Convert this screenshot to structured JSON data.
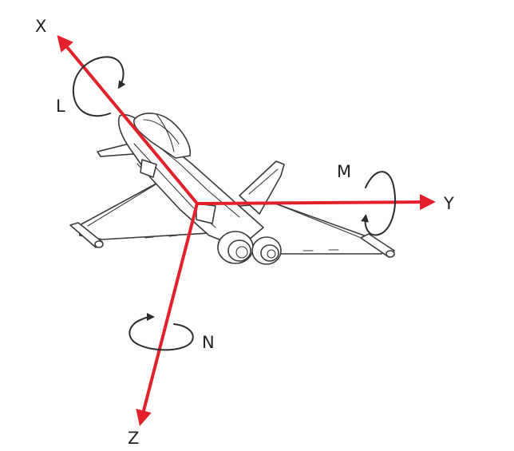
{
  "axes": [
    {
      "id": "x",
      "label": "X"
    },
    {
      "id": "y",
      "label": "Y"
    },
    {
      "id": "z",
      "label": "Z"
    }
  ],
  "moments": [
    {
      "id": "l",
      "label": "L",
      "axis": "X"
    },
    {
      "id": "m",
      "label": "M",
      "axis": "Y"
    },
    {
      "id": "n",
      "label": "N",
      "axis": "Z"
    }
  ],
  "colors": {
    "axis": "#e4202a",
    "outline": "#3a3a3a",
    "rotation_arrow": "#2b2b2b",
    "text": "#222222",
    "background": "#ffffff"
  }
}
